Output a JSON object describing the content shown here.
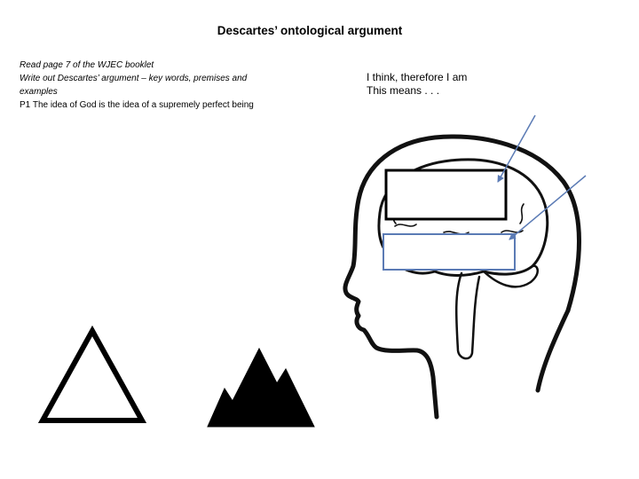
{
  "title": "Descartes’ ontological argument",
  "instructions": {
    "line1": "Read page 7 of the WJEC booklet",
    "line2": "Write out Descartes’ argument – key words, premises and examples",
    "premise1": "P1 The idea of God is the idea of a supremely perfect being"
  },
  "thought": {
    "line1": "I think, therefore I am",
    "line2": "This means . . ."
  },
  "icons": [
    "head-with-brain-icon",
    "triangle-icon",
    "mountains-icon",
    "arrow-icon"
  ],
  "colors": {
    "arrow": "#5b7bb5",
    "lower_box_border": "#5b7bb5",
    "upper_box_border": "#000000"
  }
}
